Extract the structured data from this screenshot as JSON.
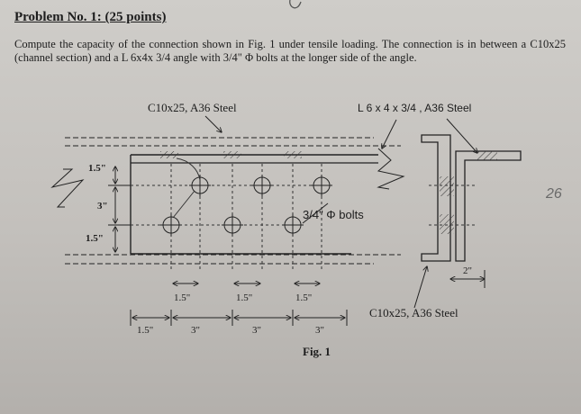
{
  "problem": {
    "heading": "Problem No. 1: (25 points)",
    "text": "Compute the capacity of the connection shown in Fig. 1 under tensile loading. The connection is in between a C10x25 (channel section) and a L 6x4x 3/4 angle with 3/4\" Φ bolts at the longer side of the angle."
  },
  "figure": {
    "label_channel": "C10x25,  A36 Steel",
    "label_angle": "L 6 x 4 x 3/4 ,  A36 Steel",
    "label_bolts": "3/4\" Φ bolts",
    "label_section_channel": "C10x25,  A36 Steel",
    "dim_top_edge": "1.5\"",
    "dim_gage": "3\"",
    "dim_bottom_edge": "1.5\"",
    "dim_stagger": [
      "1.5\"",
      "1.5\"",
      "1.5\""
    ],
    "dim_pitch": [
      "1.5\"",
      "3\"",
      "3\"",
      "3\""
    ],
    "dim_section": "2\"",
    "caption": "Fig. 1"
  },
  "handwriting": {
    "margin_note": "26"
  }
}
